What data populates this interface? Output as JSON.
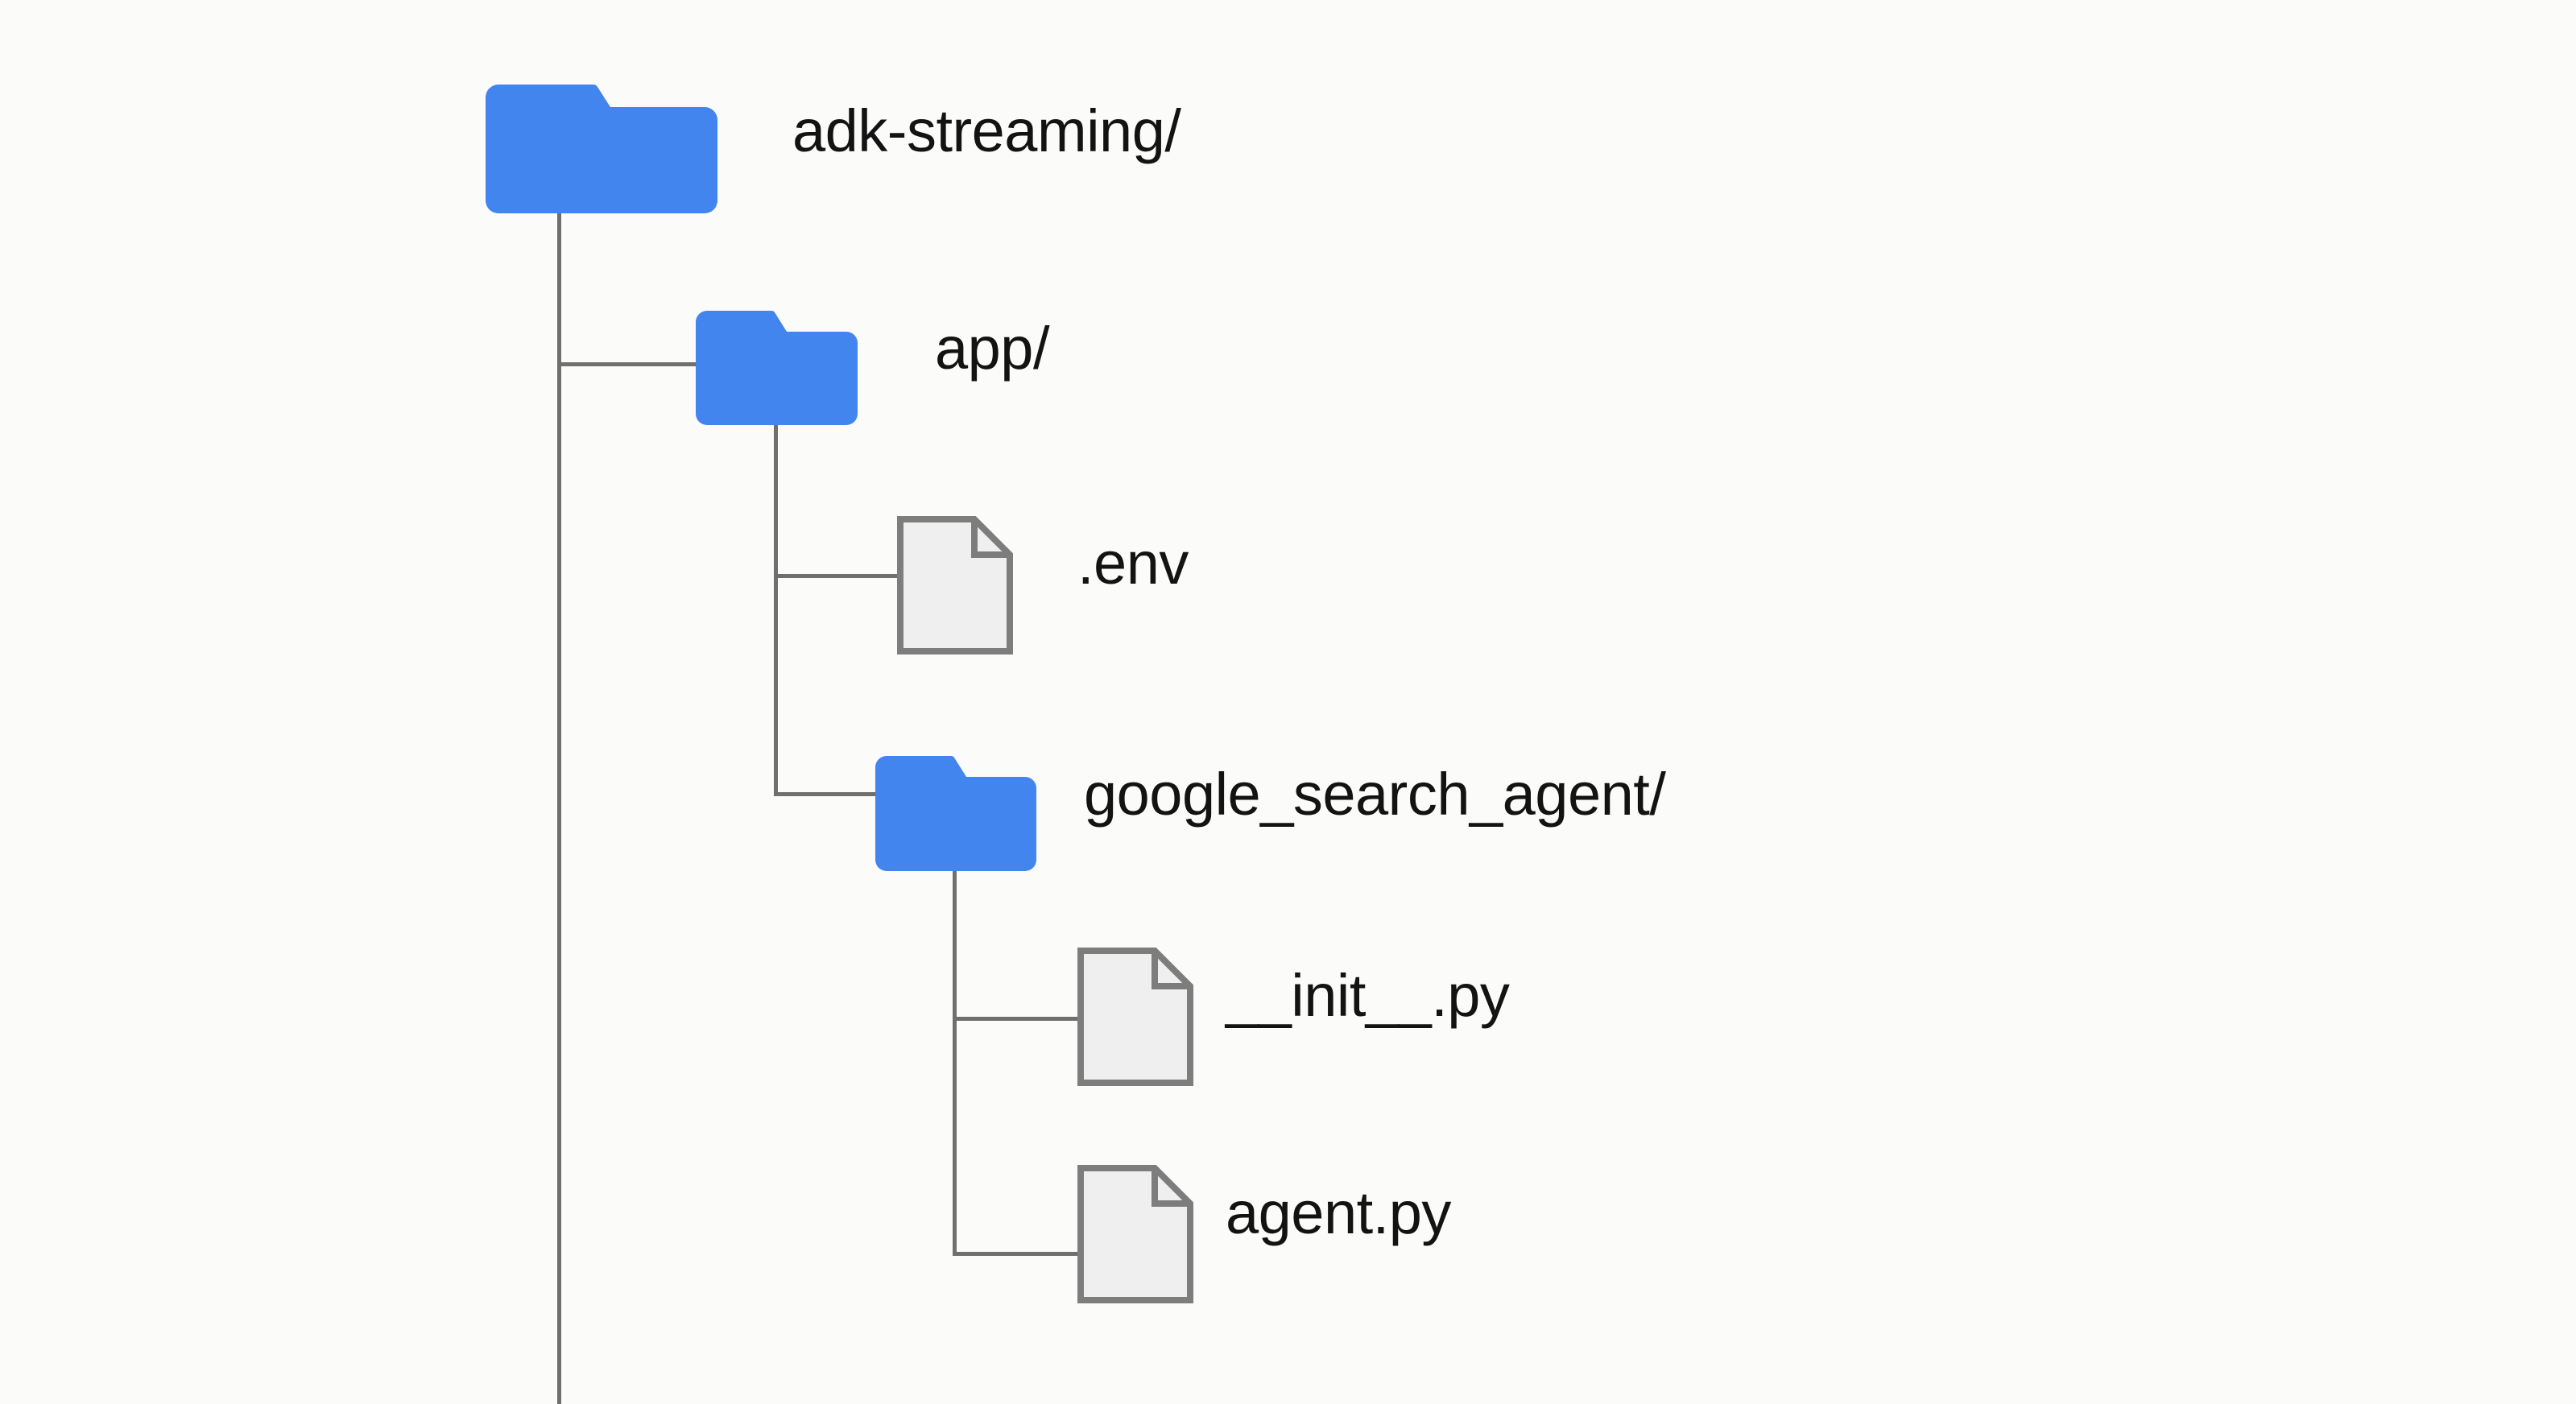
{
  "diagram": {
    "type": "file-tree",
    "title": "adk-streaming project directory structure",
    "background_color": "#fbfbf9",
    "folder_color": "#4285ef",
    "file_fill_color": "#eeeeee",
    "file_stroke_color": "#7d7d7d",
    "connector_color": "#6f6f6f",
    "text_color": "#131313"
  },
  "nodes": [
    {
      "id": "root",
      "label": "adk-streaming/",
      "icon": "folder-icon",
      "depth": 0,
      "type": "folder"
    },
    {
      "id": "app",
      "label": "app/",
      "icon": "folder-icon",
      "depth": 1,
      "type": "folder"
    },
    {
      "id": "env",
      "label": ".env",
      "icon": "file-icon",
      "depth": 2,
      "type": "file"
    },
    {
      "id": "google_search_agent",
      "label": "google_search_agent/",
      "icon": "folder-icon",
      "depth": 2,
      "type": "folder"
    },
    {
      "id": "init_py",
      "label": "__init__.py",
      "icon": "file-icon",
      "depth": 3,
      "type": "file"
    },
    {
      "id": "agent_py",
      "label": "agent.py",
      "icon": "file-icon",
      "depth": 3,
      "type": "file"
    }
  ]
}
